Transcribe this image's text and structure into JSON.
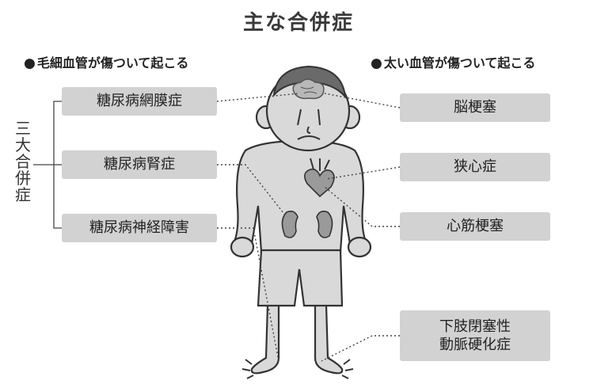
{
  "title": "主な合併症",
  "left_heading": "毛細血管が傷ついて起こる",
  "right_heading": "太い血管が傷ついて起こる",
  "bullet": "●",
  "group_label": "三\n大\n合\n併\n症",
  "left_items": [
    "糖尿病網膜症",
    "糖尿病腎症",
    "糖尿病神経障害"
  ],
  "right_items": [
    "脳梗塞",
    "狭心症",
    "心筋梗塞"
  ],
  "peripheral": {
    "line1": "下肢閉塞性",
    "line2": "動脈硬化症"
  },
  "colors": {
    "box_fill": "#d2d2d2",
    "body_fill": "#d9d9d9",
    "outline": "#333333",
    "hair": "#6a6a6a",
    "brain": "#b8b8b8",
    "organ": "#9a9a9a"
  }
}
